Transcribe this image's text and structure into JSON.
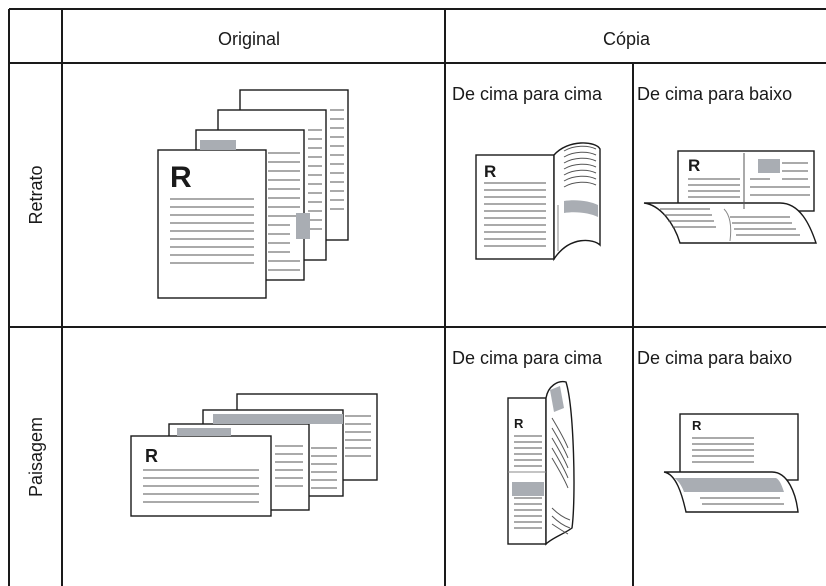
{
  "table": {
    "header": {
      "original": "Original",
      "copia": "Cópia"
    },
    "rows": [
      {
        "label": "Retrato",
        "sub1": "De cima para cima",
        "sub2": "De cima para baixo",
        "page_letter": "R"
      },
      {
        "label": "Paisagem",
        "sub1": "De cima para cima",
        "sub2": "De cima para baixo",
        "page_letter": "R"
      }
    ]
  }
}
